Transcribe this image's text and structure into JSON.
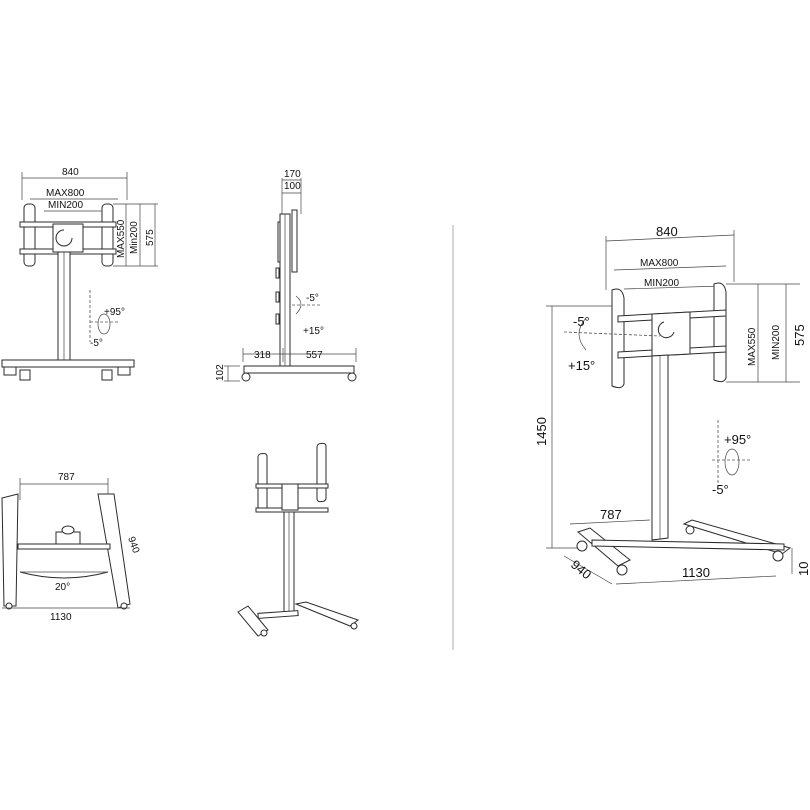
{
  "view_front": {
    "width": "840",
    "vesa_max_h": "MAX800",
    "vesa_min_h": "MIN200",
    "vesa_max_v": "MAX550",
    "vesa_min_v": "Min200",
    "height_575": "575",
    "tilt_up": "+95°",
    "tilt_down": "-5°"
  },
  "view_side": {
    "d170": "170",
    "d100": "100",
    "tilt_neg": "-5°",
    "tilt_pos": "+15°",
    "base_rear": "318",
    "base_front": "557",
    "wheel_h": "102"
  },
  "view_top": {
    "width": "787",
    "depth": "940",
    "angle": "20°",
    "base_width": "1130"
  },
  "view_iso": {
    "width": "840",
    "vesa_max_h": "MAX800",
    "vesa_min_h": "MIN200",
    "vesa_max_v": "MAX550",
    "vesa_min_v": "MIN200",
    "height_575": "575",
    "height_total": "1450",
    "tilt_neg": "-5°",
    "tilt_pos": "+15°",
    "swivel_up": "+95°",
    "swivel_down": "-5°",
    "inner_width": "787",
    "depth": "940",
    "base_width": "1130",
    "cut_right": "10"
  }
}
